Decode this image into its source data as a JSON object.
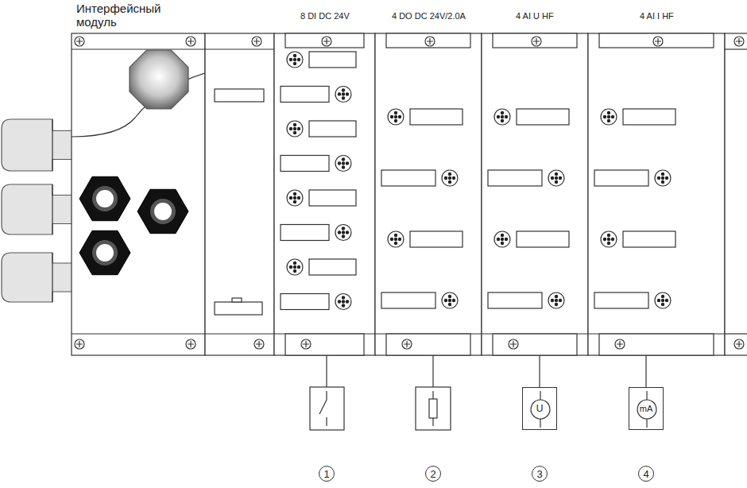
{
  "diagram": {
    "nodes": [
      {
        "text": [
          "Интерфейсный модуль"
        ]
      },
      {
        "text": [
          "8 DI DC 24V"
        ]
      },
      {
        "text": [
          "4 DO DC 24V/2.0A"
        ]
      },
      {
        "text": [
          "4 AI U HF"
        ]
      },
      {
        "text": [
          "4 AI I HF"
        ]
      },
      {
        "text": [
          "U"
        ]
      },
      {
        "text": [
          "mA"
        ]
      }
    ],
    "edges": [
      {
        "from": 3,
        "to": 5,
        "arrow": "none"
      },
      {
        "from": 4,
        "to": 6,
        "arrow": "none"
      }
    ],
    "labels": [
      "1",
      "2",
      "3",
      "4"
    ]
  }
}
